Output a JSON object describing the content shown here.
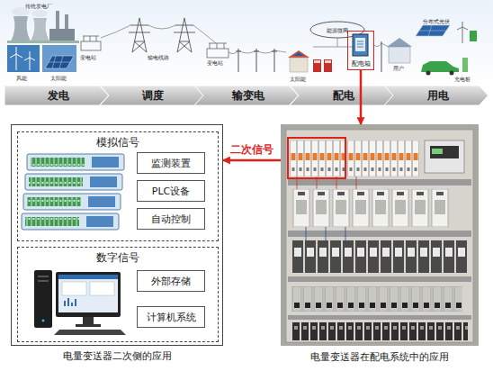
{
  "diagram": {
    "nodes": [
      {
        "text": [
          "配电箱"
        ]
      },
      {
        "text": [
          "发电"
        ]
      },
      {
        "text": [
          "调度"
        ]
      },
      {
        "text": [
          "输变电"
        ]
      },
      {
        "text": [
          "配电"
        ]
      },
      {
        "text": [
          "用电"
        ]
      },
      {
        "text": [
          "电量变送器二次侧的应用"
        ]
      },
      {
        "text": [
          "模拟信号"
        ],
        "in": 6
      },
      {
        "text": [
          "监测装置"
        ],
        "in": 7
      },
      {
        "text": [
          "PLC设备"
        ],
        "in": 7
      },
      {
        "text": [
          "自动控制"
        ],
        "in": 7
      },
      {
        "text": [
          "数字信号"
        ],
        "in": 6
      },
      {
        "text": [
          "外部存储"
        ],
        "in": 11
      },
      {
        "text": [
          "计算机系统"
        ],
        "in": 11
      },
      {
        "text": [
          "电量变送器在配电系统中的应用"
        ]
      }
    ],
    "edges": [
      {
        "from": 0,
        "to": 14,
        "arrow": "to"
      },
      {
        "from": 14,
        "to": 6,
        "label": "二次信号",
        "arrow": "to"
      }
    ],
    "labels": [
      "传统发电厂",
      "风能",
      "太阳能",
      "变电站",
      "输电线路",
      "变电站",
      "能源微网",
      "太阳能",
      "用户",
      "分布式光伏",
      "充电桩"
    ]
  }
}
